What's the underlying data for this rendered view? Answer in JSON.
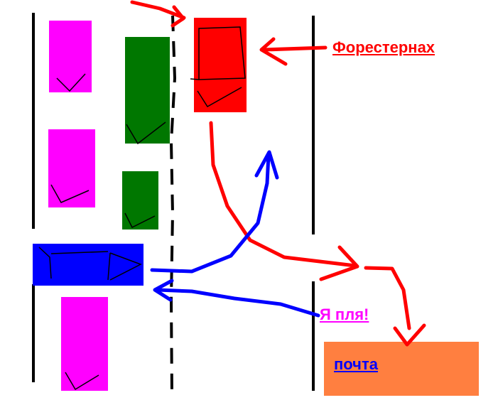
{
  "labels": {
    "forester": "Форестернах",
    "ya_plya": "Я пля!",
    "post": "почта"
  },
  "colors": {
    "magenta": "#ff00ff",
    "green": "#007700",
    "red": "#ff0000",
    "blue": "#0000ff",
    "orange": "#ff7f40",
    "road_line": "#000000",
    "label_red": "#ff0000",
    "label_magenta": "#ff00ff",
    "label_blue": "#0000ff"
  }
}
